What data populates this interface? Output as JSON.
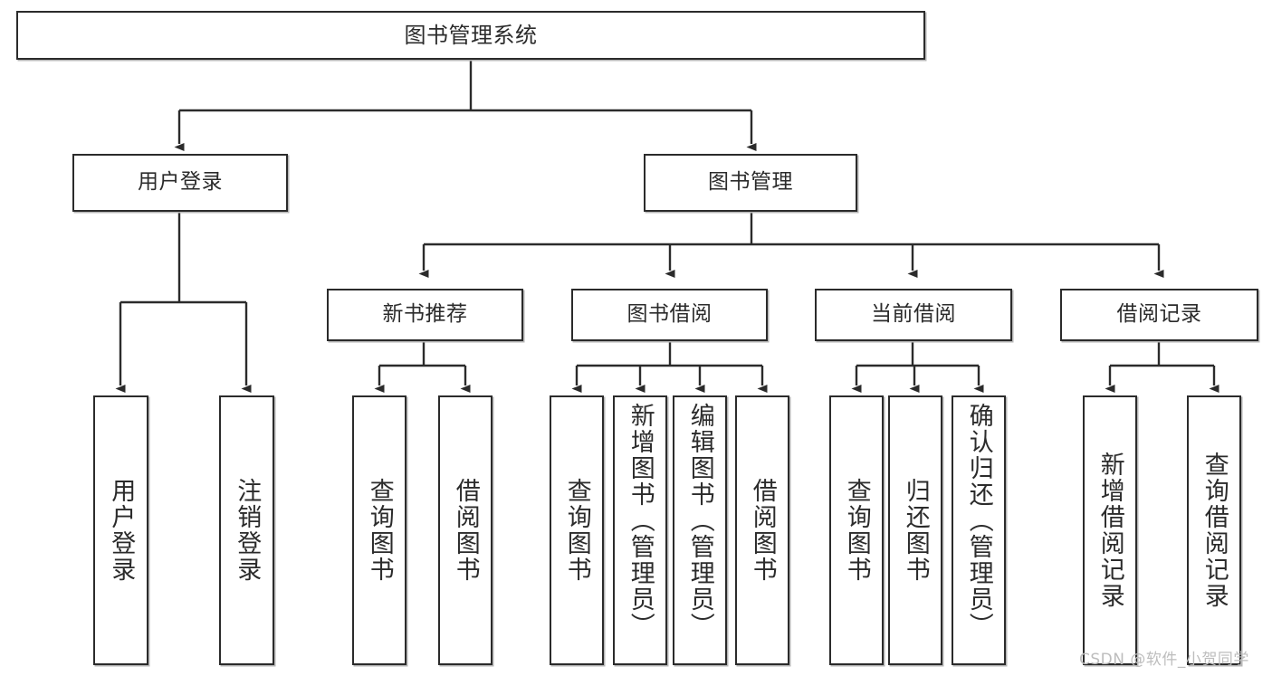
{
  "diagram": {
    "title": "图书管理系统",
    "type": "tree-hierarchy",
    "watermark": "CSDN @软件_小贺同学",
    "colors": {
      "box_border": "#2b2b2b",
      "box_fill": "#ffffff",
      "edge": "#2b2b2b",
      "shadow": "#b5b5b5",
      "watermark": "#bdbdbd",
      "background": "#ffffff"
    },
    "levels": {
      "level1": [
        "图书管理系统"
      ],
      "level2": [
        "用户登录",
        "图书管理"
      ],
      "level3": [
        "新书推荐",
        "图书借阅",
        "当前借阅",
        "借阅记录"
      ],
      "level4": [
        "用户登录",
        "注销登录",
        "查询图书",
        "借阅图书",
        "查询图书",
        "新增图书（管理员）",
        "编辑图书（管理员）",
        "借阅图书",
        "查询图书",
        "归还图书",
        "确认归还（管理员）",
        "新增借阅记录",
        "查询借阅记录"
      ]
    },
    "nodes": {
      "root": "图书管理系统",
      "user_login": "用户登录",
      "book_manage": "图书管理",
      "new_book_rec": "新书推荐",
      "book_borrow": "图书借阅",
      "current_borrow": "当前借阅",
      "borrow_record": "借阅记录",
      "leaf_user_login": "用户登录",
      "leaf_logout": "注销登录",
      "leaf_query_book_1": "查询图书",
      "leaf_borrow_book_1": "借阅图书",
      "leaf_query_book_2": "查询图书",
      "leaf_add_book_admin": "新增图书（管理员）",
      "leaf_edit_book_admin": "编辑图书（管理员）",
      "leaf_borrow_book_2": "借阅图书",
      "leaf_query_book_3": "查询图书",
      "leaf_return_book": "归还图书",
      "leaf_confirm_return_admin": "确认归还（管理员）",
      "leaf_add_record": "新增借阅记录",
      "leaf_query_record": "查询借阅记录"
    }
  }
}
